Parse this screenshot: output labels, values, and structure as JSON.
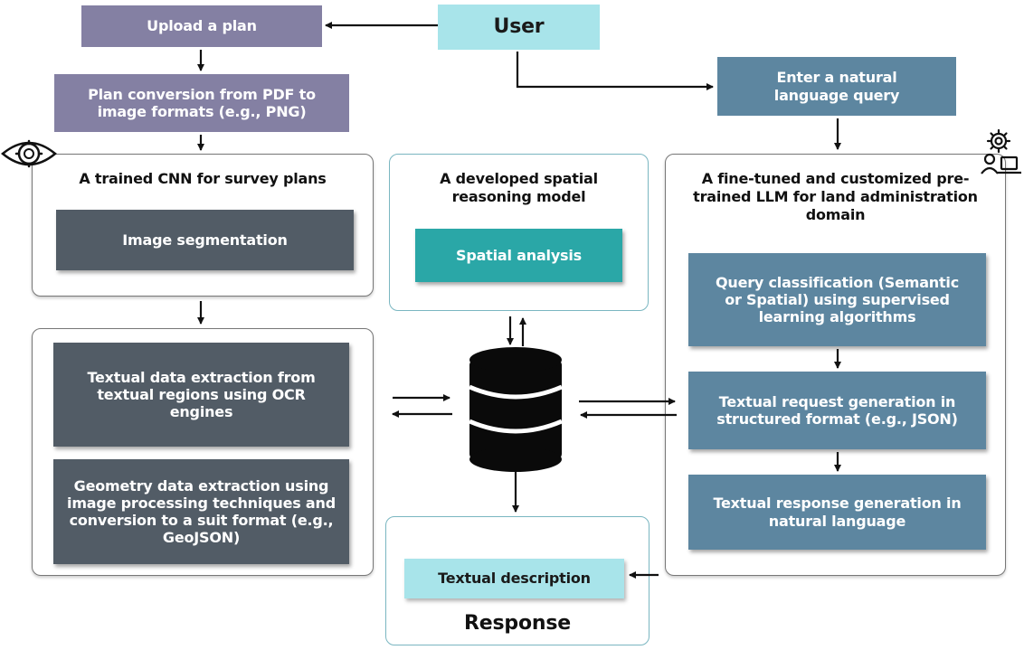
{
  "user": "User",
  "upload_plan": "Upload a plan",
  "plan_conversion": "Plan conversion from PDF to image formats (e.g., PNG)",
  "natural_query": "Enter a natural language query",
  "cnn_panel": {
    "title": "A trained CNN for survey plans",
    "segmentation": "Image segmentation"
  },
  "spatial_panel": {
    "title": "A developed spatial reasoning model",
    "analysis": "Spatial analysis"
  },
  "llm_panel": {
    "title": "A fine-tuned and customized pre-trained LLM for land administration domain",
    "classification": "Query classification (Semantic or Spatial) using supervised learning algorithms",
    "request": "Textual request generation in structured format (e.g., JSON)",
    "response_gen": "Textual response generation in natural language"
  },
  "extraction_panel": {
    "ocr": "Textual data extraction from textual regions using OCR engines",
    "geometry": "Geometry data extraction using image processing techniques and conversion to a suit format (e.g., GeoJSON)"
  },
  "response_panel": {
    "description": "Textual description",
    "title": "Response"
  },
  "icons": [
    "eye-gear-icon",
    "database-icon",
    "gear-person-computer-icon"
  ],
  "colors": {
    "purple": "#8480a3",
    "cyan": "#a8e4ea",
    "steel": "#5d86a0",
    "dark": "#525c66",
    "teal": "#2aa7a7"
  }
}
